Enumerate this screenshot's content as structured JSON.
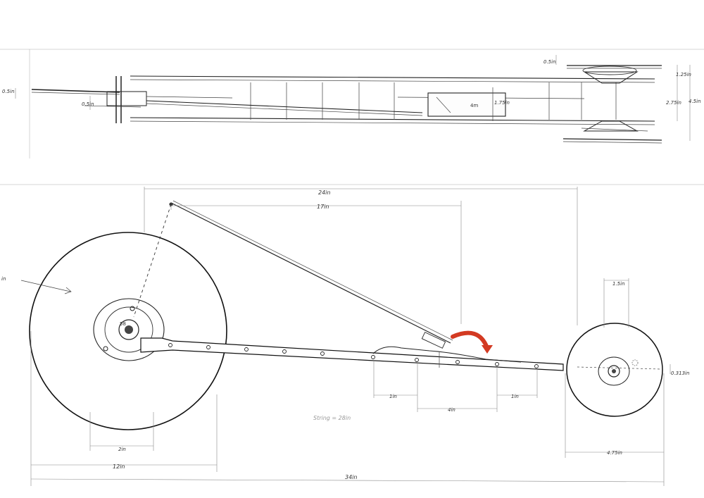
{
  "top_view": {
    "dims": {
      "axle_offset": "0.5in",
      "bracket_offset": "0.5in",
      "top_right": "0.5in",
      "right_upper": "1.25in",
      "right_middle": "2.75in",
      "right_overall": "4.5in",
      "box_height": "1.75in"
    },
    "label_text": "4m"
  },
  "side_view": {
    "dims": {
      "overall_top": "24in",
      "rod": "17in",
      "large_wheel_radius_label": "in",
      "small_wheel_top": "1.5in",
      "small_axle_offset": "0.313in",
      "hub_width": "2in",
      "left_span": "12in",
      "left_gap": "1in",
      "middle_gap": "4in",
      "right_gap": "1in",
      "right_span": "4.75in",
      "overall_bottom": "34in"
    },
    "hub_text": "58",
    "string_note": "String = 28in",
    "arrow_color": "#d33a22"
  }
}
